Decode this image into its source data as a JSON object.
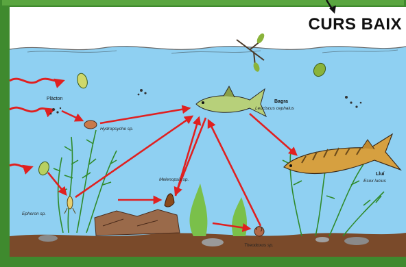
{
  "title": "CURS BAIX",
  "organisms": {
    "placton": {
      "label": "Plàcton"
    },
    "hydropsyche": {
      "label": "Hydropsyche sp."
    },
    "bagra": {
      "name": "Bagra",
      "sci": "Leuciscus cephalus"
    },
    "ephemera": {
      "label": "Ephoron sp."
    },
    "malenopsis": {
      "label": "Melenopsis sp."
    },
    "theodoxus": {
      "label": "Theodoxus sp."
    },
    "lucius": {
      "name": "Lluí",
      "sci": "Esox lucius"
    }
  },
  "colors": {
    "frame": "#3f8a2e",
    "water": "#8fd0f2",
    "sky": "#ffffff",
    "arrow": "#e02020",
    "plant": "#2f8a2a",
    "sediment": "#7a4a2a"
  }
}
